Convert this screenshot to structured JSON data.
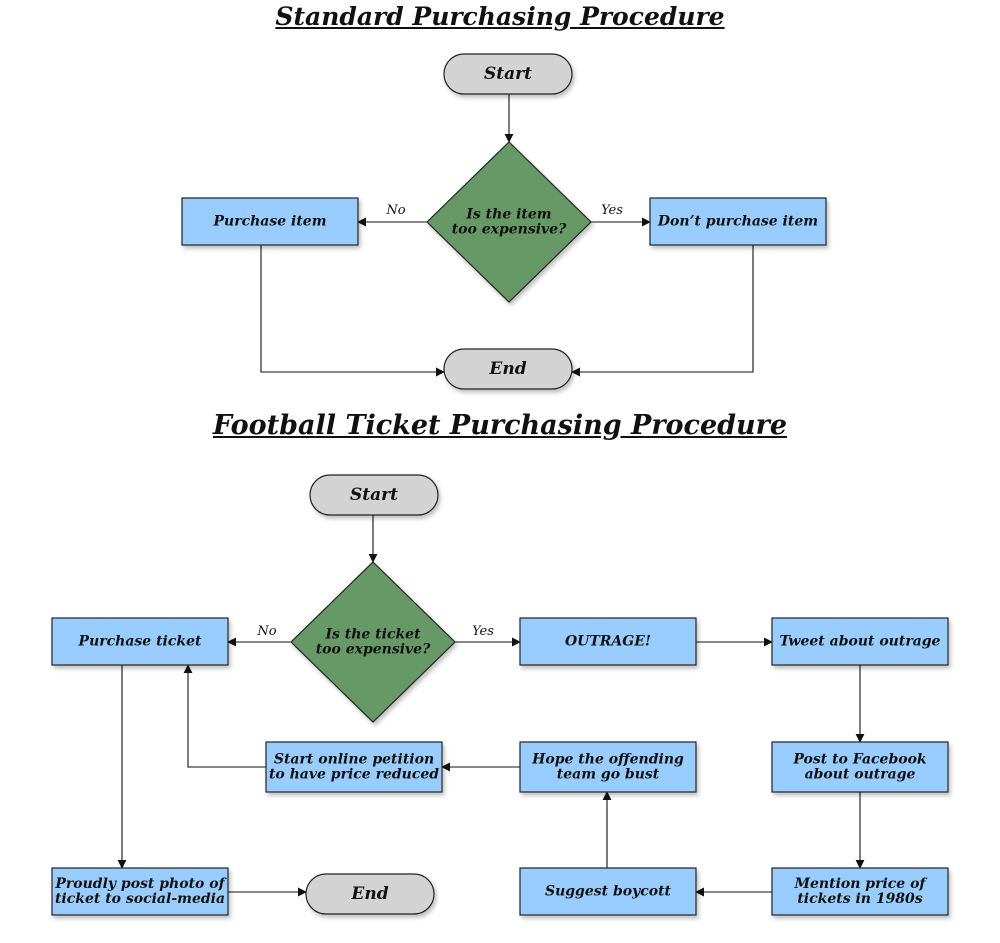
{
  "titles": {
    "standard": "Standard Purchasing Procedure",
    "football": "Football Ticket Purchasing Procedure"
  },
  "colors": {
    "process_fill": "#99ccff",
    "decision_fill": "#669966",
    "terminal_fill": "#d3d3d3",
    "stroke": "#222222"
  },
  "standard": {
    "start": "Start",
    "decision": [
      "Is the item",
      "too expensive?"
    ],
    "no_label": "No",
    "yes_label": "Yes",
    "purchase": "Purchase item",
    "dont_purchase": "Don’t purchase item",
    "end": "End"
  },
  "football": {
    "start": "Start",
    "decision": [
      "Is the ticket",
      "too expensive?"
    ],
    "no_label": "No",
    "yes_label": "Yes",
    "purchase": "Purchase ticket",
    "outrage": "OUTRAGE!",
    "tweet": "Tweet about outrage",
    "facebook": [
      "Post to Facebook",
      "about outrage"
    ],
    "mention_price": [
      "Mention price of",
      "tickets in 1980s"
    ],
    "boycott": "Suggest boycott",
    "hope": [
      "Hope the offending",
      "team go bust"
    ],
    "petition": [
      "Start online petition",
      "to have price reduced"
    ],
    "post_photo": [
      "Proudly post photo of",
      "ticket to social-media"
    ],
    "end": "End"
  }
}
